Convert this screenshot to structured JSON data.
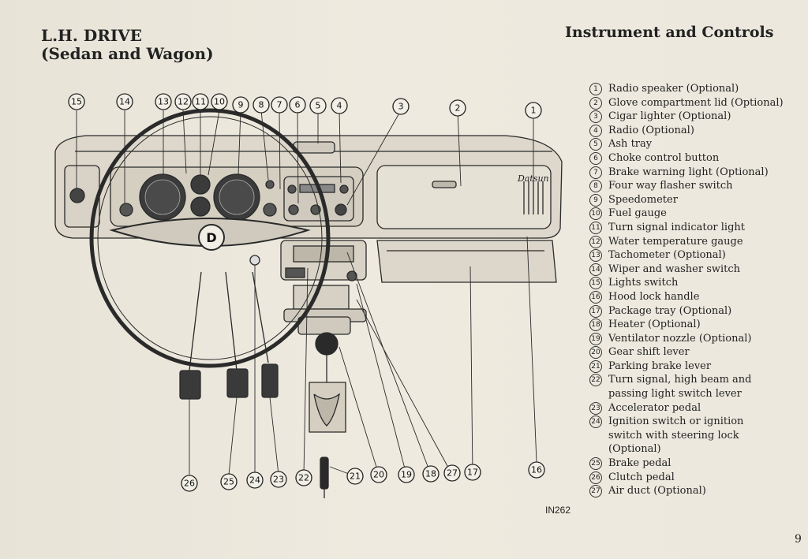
{
  "heading_left": {
    "line1": "L.H. DRIVE",
    "line2": "(Sedan and Wagon)"
  },
  "heading_right": "Instrument and Controls",
  "dashboard_brand": "Datsun",
  "steering_badge": "D",
  "figure_code": "IN262",
  "page_number": "9",
  "legend": [
    {
      "num": "1",
      "text": "Radio speaker (Optional)"
    },
    {
      "num": "2",
      "text": "Glove compartment lid (Optional)"
    },
    {
      "num": "3",
      "text": "Cigar lighter (Optional)"
    },
    {
      "num": "4",
      "text": "Radio (Optional)"
    },
    {
      "num": "5",
      "text": "Ash tray"
    },
    {
      "num": "6",
      "text": "Choke control button"
    },
    {
      "num": "7",
      "text": "Brake warning light (Optional)"
    },
    {
      "num": "8",
      "text": "Four way flasher switch"
    },
    {
      "num": "9",
      "text": "Speedometer"
    },
    {
      "num": "10",
      "text": "Fuel gauge"
    },
    {
      "num": "11",
      "text": "Turn signal indicator light"
    },
    {
      "num": "12",
      "text": "Water temperature gauge"
    },
    {
      "num": "13",
      "text": "Tachometer (Optional)"
    },
    {
      "num": "14",
      "text": "Wiper and washer switch"
    },
    {
      "num": "15",
      "text": "Lights switch"
    },
    {
      "num": "16",
      "text": "Hood lock handle"
    },
    {
      "num": "17",
      "text": "Package tray (Optional)"
    },
    {
      "num": "18",
      "text": "Heater (Optional)"
    },
    {
      "num": "19",
      "text": "Ventilator nozzle (Optional)"
    },
    {
      "num": "20",
      "text": "Gear shift lever"
    },
    {
      "num": "21",
      "text": "Parking brake lever"
    },
    {
      "num": "22",
      "text": "Turn signal, high beam and\npassing light switch lever"
    },
    {
      "num": "23",
      "text": "Accelerator pedal"
    },
    {
      "num": "24",
      "text": "Ignition switch or ignition\nswitch with steering lock\n(Optional)"
    },
    {
      "num": "25",
      "text": "Brake pedal"
    },
    {
      "num": "26",
      "text": "Clutch pedal"
    },
    {
      "num": "27",
      "text": "Air duct (Optional)"
    }
  ],
  "callouts_top": [
    "15",
    "14",
    "13",
    "12",
    "11",
    "10",
    "9",
    "8",
    "7",
    "6",
    "5",
    "4",
    "3",
    "2",
    "1"
  ],
  "callouts_bottom": [
    "26",
    "25",
    "24",
    "23",
    "22",
    "21",
    "20",
    "19",
    "18",
    "27",
    "17",
    "16"
  ]
}
